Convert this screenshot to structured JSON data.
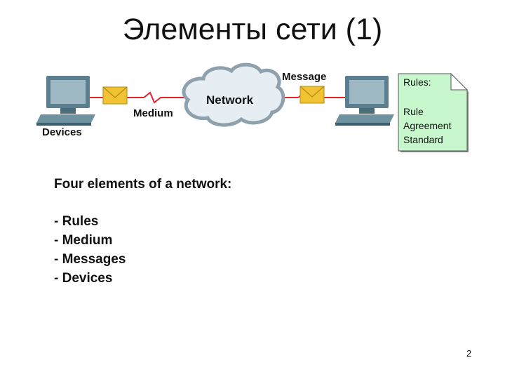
{
  "slide": {
    "title": "Элементы сети (1)",
    "page_number": "2"
  },
  "diagram": {
    "devices_label": "Devices",
    "medium_label": "Medium",
    "network_label": "Network",
    "message_label": "Message",
    "rules_note": {
      "title": "Rules:",
      "items": [
        "Rule",
        "Agreement",
        "Standard"
      ]
    },
    "colors": {
      "link": "#e8202a",
      "cloud_fill": "#e6eef3",
      "cloud_stroke": "#8ea1ad",
      "computer": "#5b7f8e",
      "screen": "#9fb9c4",
      "envelope": "#f1c232",
      "note_fill": "#c8f7cd"
    }
  },
  "content": {
    "intro": "Four elements of a network:",
    "elements": [
      "- Rules",
      "- Medium",
      "- Messages",
      "- Devices"
    ]
  }
}
